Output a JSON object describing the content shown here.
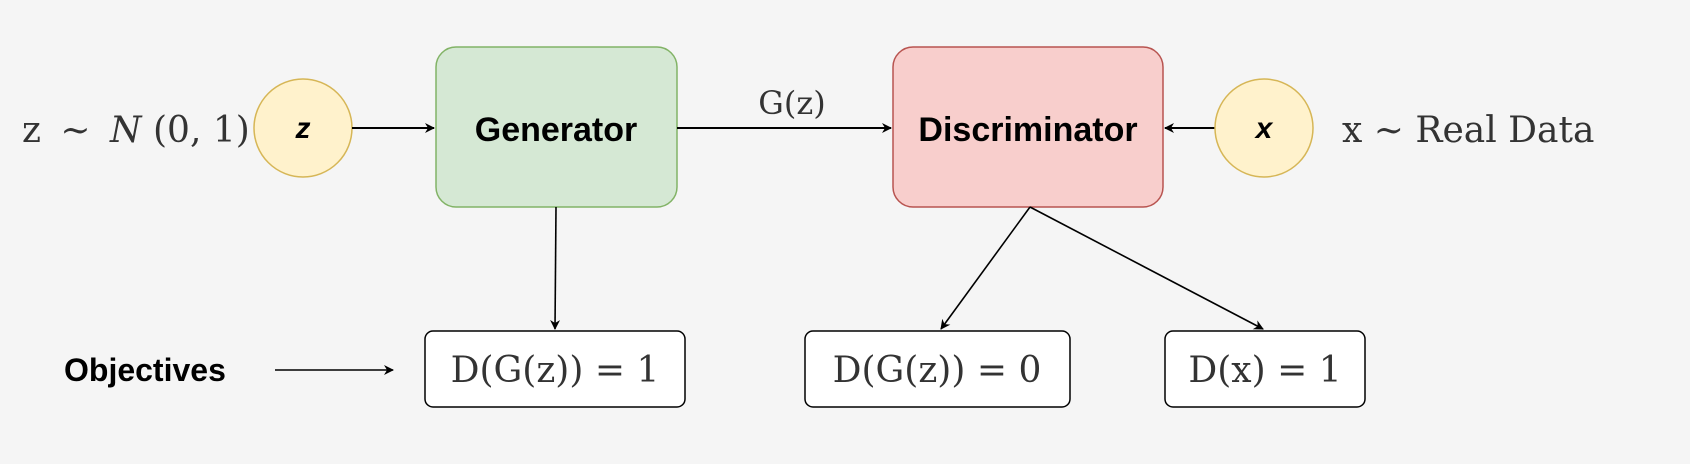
{
  "inputs": {
    "noise_distribution": {
      "lhs": "z",
      "tilde": "∼",
      "rhs_func": "N",
      "rhs_args": "(0, 1)"
    },
    "real_distribution": "x ∼ Real Data"
  },
  "nodes": {
    "z_node": {
      "label": "z"
    },
    "x_node": {
      "label": "x"
    },
    "generator": {
      "label": "Generator"
    },
    "discriminator": {
      "label": "Discriminator"
    }
  },
  "edges": {
    "generator_to_discriminator": {
      "label": "G(z)"
    }
  },
  "objectives": {
    "label": "Objectives",
    "generator_objective": "D(G(z)) = 1",
    "discriminator_fake_objective": "D(G(z)) = 0",
    "discriminator_real_objective": "D(x) = 1"
  },
  "colors": {
    "background": "#f5f5f5",
    "latent_fill": "#fff2cc",
    "latent_stroke": "#d6b656",
    "generator_fill": "#d5e8d4",
    "generator_stroke": "#82b366",
    "discriminator_fill": "#f8cecc",
    "discriminator_stroke": "#b85450",
    "objective_fill": "#ffffff",
    "objective_stroke": "#000000",
    "arrow": "#000000",
    "math_text": "#333333"
  }
}
